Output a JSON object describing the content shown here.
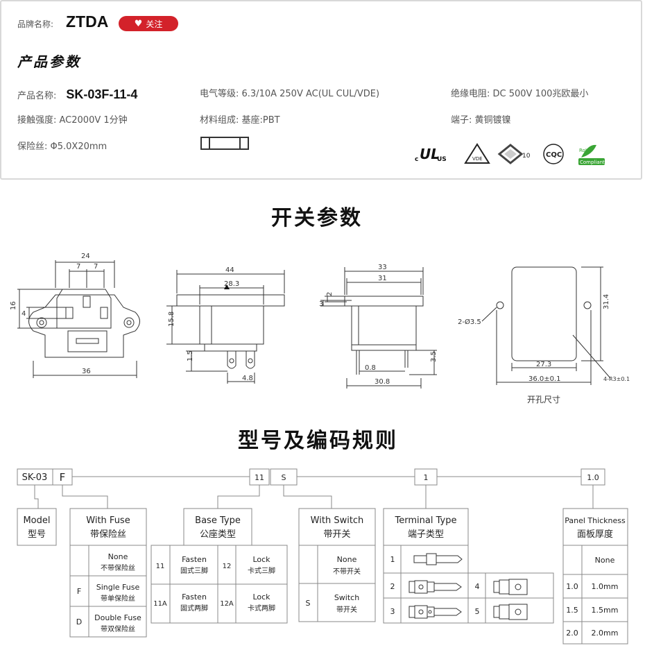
{
  "header": {
    "brand_label": "品牌名称:",
    "brand_name": "ZTDA",
    "follow_label": "关注",
    "params_title": "产品参数"
  },
  "specs": {
    "name_label": "产品名称:",
    "name_value": "SK-03F-11-4",
    "rating": "电气等级: 6.3/10A 250V AC(UL CUL/VDE)",
    "insulation": "绝缘电阻: DC 500V 100兆欧最小",
    "contact": "接触强度: AC2000V 1分钟",
    "material": "材料组成: 基座:PBT",
    "terminal": "端子: 黄铜镀镍",
    "fuse": "保险丝: Φ5.0X20mm"
  },
  "certs": {
    "ul_main": "UL",
    "ul_c": "c",
    "ul_us": "US",
    "vde": "VDE",
    "ccc_num": "10",
    "cqc": "CQC",
    "rohs_top": "RoHS",
    "rohs_bottom": "Compliant"
  },
  "switch_title": "开关参数",
  "dims": {
    "d24": "24",
    "d7a": "7",
    "d7b": "7",
    "d16": "16",
    "d4": "4",
    "d36": "36",
    "d44": "44",
    "d28_3": "28.3",
    "d15_8": "15.8",
    "d1_5": "1.5",
    "d4_8": "4.8",
    "d33": "33",
    "d31": "31",
    "d2": "2",
    "d3": "3",
    "d0_8": "0.8",
    "d3_5": "3.5",
    "d30_8": "30.8",
    "d31_4": "31.4",
    "d2_3_5": "2-Ø3.5",
    "d27_3": "27.3",
    "d36_0": "36.0±0.1",
    "d4_r3": "4-R3±0.1",
    "cutout": "开孔尺寸"
  },
  "code_title": "型号及编码规则",
  "code": {
    "boxes": [
      "SK-03",
      "F",
      "11",
      "S",
      "1",
      "1.0"
    ],
    "model": [
      "Model",
      "型号"
    ],
    "with_fuse": [
      "With Fuse",
      "带保险丝"
    ],
    "base_type": [
      "Base Type",
      "公座类型"
    ],
    "with_switch": [
      "With Switch",
      "带开关"
    ],
    "terminal_type": [
      "Terminal Type",
      "端子类型"
    ],
    "panel": [
      "Panel Thickness",
      "面板厚度"
    ],
    "fuse_rows": [
      {
        "code": "",
        "en": "None",
        "cn": "不带保险丝"
      },
      {
        "code": "F",
        "en": "Single Fuse",
        "cn": "带单保险丝"
      },
      {
        "code": "D",
        "en": "Double Fuse",
        "cn": "带双保险丝"
      }
    ],
    "base_rows": [
      {
        "c1": "11",
        "e1": "Fasten",
        "z1": "固式三脚",
        "c2": "12",
        "e2": "Lock",
        "z2": "卡式三脚"
      },
      {
        "c1": "11A",
        "e1": "Fasten",
        "z1": "固式两脚",
        "c2": "12A",
        "e2": "Lock",
        "z2": "卡式两脚"
      }
    ],
    "switch_rows": [
      {
        "code": "",
        "en": "None",
        "cn": "不带开关"
      },
      {
        "code": "S",
        "en": "Switch",
        "cn": "带开关"
      }
    ],
    "terminal_codes": [
      "1",
      "2",
      "4",
      "3",
      "5"
    ],
    "panel_rows": [
      {
        "code": "",
        "val": "None"
      },
      {
        "code": "1.0",
        "val": "1.0mm"
      },
      {
        "code": "1.5",
        "val": "1.5mm"
      },
      {
        "code": "2.0",
        "val": "2.0mm"
      }
    ]
  }
}
